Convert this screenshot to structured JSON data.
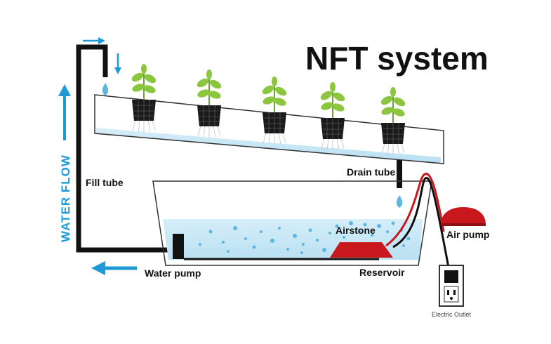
{
  "title": "NFT system",
  "labels": {
    "water_flow": "WATER FLOW",
    "fill_tube": "Fill tube",
    "drain_tube": "Drain tube",
    "airstone": "Airstone",
    "air_pump": "Air pump",
    "water_pump": "Water pump",
    "reservoir": "Reservoir",
    "electric_outlet": "Electric Outlet"
  },
  "colors": {
    "water": "#c6e6f5",
    "bubble": "#5cb7e0",
    "flow_arrow": "#1e9ad6",
    "plant": "#8cc63f",
    "pump_red": "#c8181e",
    "tube": "#111111",
    "outlet_red": "#d11f1f"
  },
  "icons": [
    "plant-icon",
    "water-drop-icon",
    "electric-outlet-icon",
    "air-pump-icon",
    "water-pump-icon",
    "airstone-icon"
  ]
}
